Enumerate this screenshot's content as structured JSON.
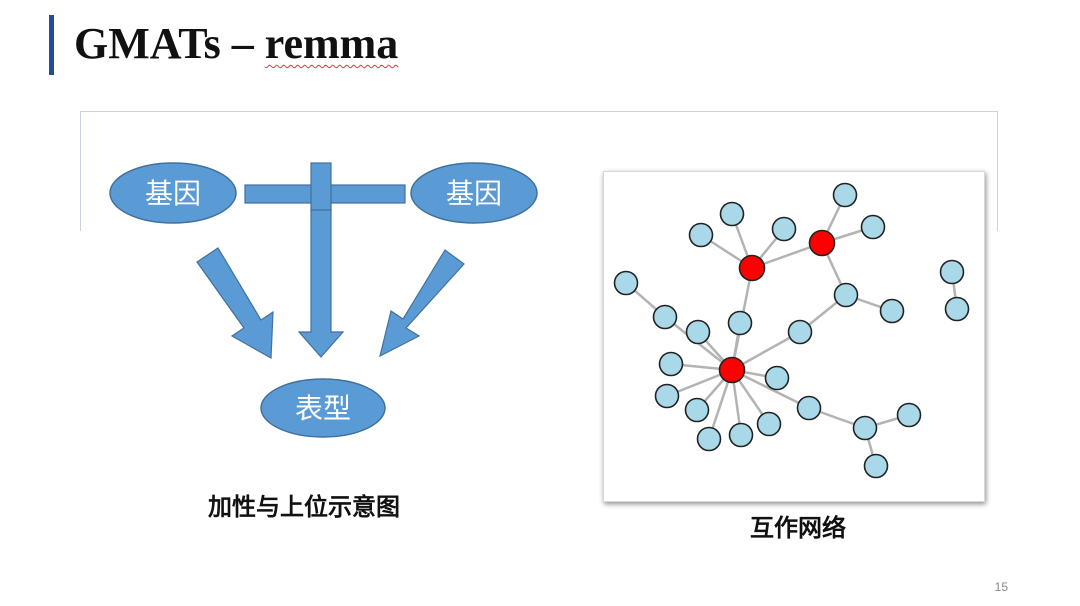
{
  "slide": {
    "title_main": "GMATs – ",
    "title_tool": "remma",
    "page_number": "15"
  },
  "additive_diagram": {
    "gene_left": "基因",
    "gene_right": "基因",
    "phenotype": "表型",
    "caption": "加性与上位示意图"
  },
  "network": {
    "caption": "互作网络",
    "colors": {
      "hub": "#ff0000",
      "node": "#a9d8e8",
      "edge": "#b3b3b3",
      "stroke": "#222222"
    }
  },
  "colors": {
    "accent_bar": "#1f4e96",
    "shape_fill": "#5b9bd5",
    "shape_stroke": "#41719c"
  }
}
